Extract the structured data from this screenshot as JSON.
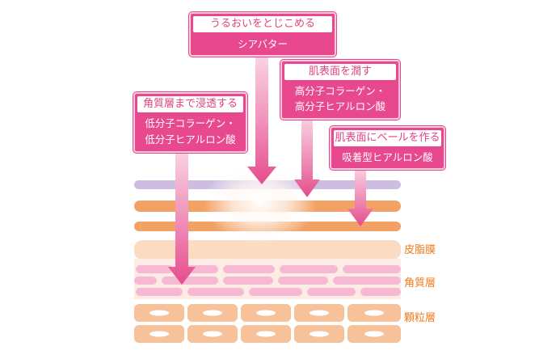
{
  "boxes": {
    "moisture": {
      "heading": "うるおいをとじこめる",
      "line1": "シアバター"
    },
    "surface": {
      "heading": "肌表面を潤す",
      "line1": "高分子コラーゲン・",
      "line2": "高分子ヒアルロン酸"
    },
    "veil": {
      "heading": "肌表面にベールを作る",
      "line1": "吸着型ヒアルロン酸"
    },
    "penetrate": {
      "heading": "角質層まで浸透する",
      "line1": "低分子コラーゲン・",
      "line2": "低分子ヒアルロン酸"
    }
  },
  "layers": {
    "sebum": "皮脂膜",
    "stratum_corneum": "角質層",
    "granular": "顆粒層"
  },
  "colors": {
    "accent_pink": "#e8488d",
    "label_orange": "#f07a1c",
    "film_lavender": "#cdbde0",
    "film_orange": "#f2a265"
  }
}
